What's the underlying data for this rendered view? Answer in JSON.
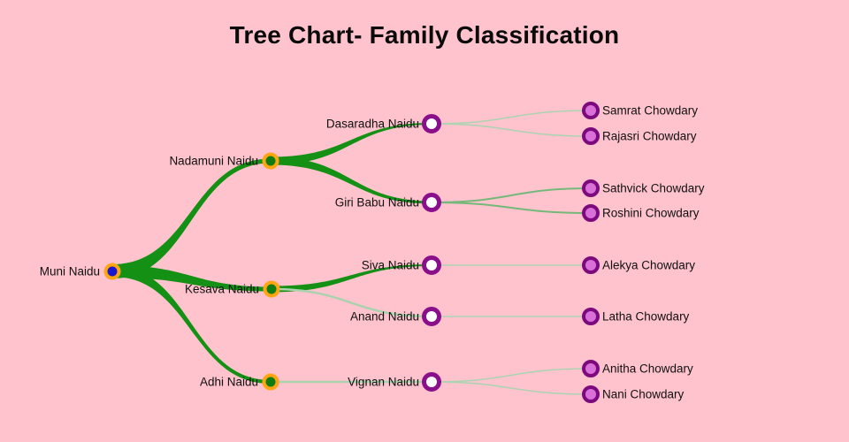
{
  "title": "Tree Chart- Family Classification",
  "colors": {
    "background": "#ffc3ce",
    "link_strong": "#149114",
    "link_weak": "#a9d2ad",
    "root_fill": "#1a16cc",
    "root_ring": "#ffa513",
    "branch_fill": "#0e7c12",
    "branch_ring": "#ffa513",
    "mid_fill": "#ffffff",
    "mid_ring": "#8a0f8a",
    "leaf_fill": "#d96fd9",
    "leaf_ring": "#7d0a7d"
  },
  "tree": {
    "root": {
      "label": "Muni Naidu",
      "children": [
        {
          "label": "Nadamuni Naidu",
          "children": [
            {
              "label": "Dasaradha Naidu",
              "children": [
                {
                  "label": "Samrat Chowdary"
                },
                {
                  "label": "Rajasri Chowdary"
                }
              ]
            },
            {
              "label": "Giri Babu Naidu",
              "children": [
                {
                  "label": "Sathvick Chowdary"
                },
                {
                  "label": "Roshini Chowdary"
                }
              ]
            }
          ]
        },
        {
          "label": "Kesava Naidu",
          "children": [
            {
              "label": "Siva Naidu",
              "children": [
                {
                  "label": "Alekya Chowdary"
                }
              ]
            },
            {
              "label": "Anand Naidu",
              "children": [
                {
                  "label": "Latha Chowdary"
                }
              ]
            }
          ]
        },
        {
          "label": "Adhi Naidu",
          "children": [
            {
              "label": "Vignan Naidu",
              "children": [
                {
                  "label": "Anitha Chowdary"
                },
                {
                  "label": "Nani Chowdary"
                }
              ]
            }
          ]
        }
      ]
    }
  }
}
